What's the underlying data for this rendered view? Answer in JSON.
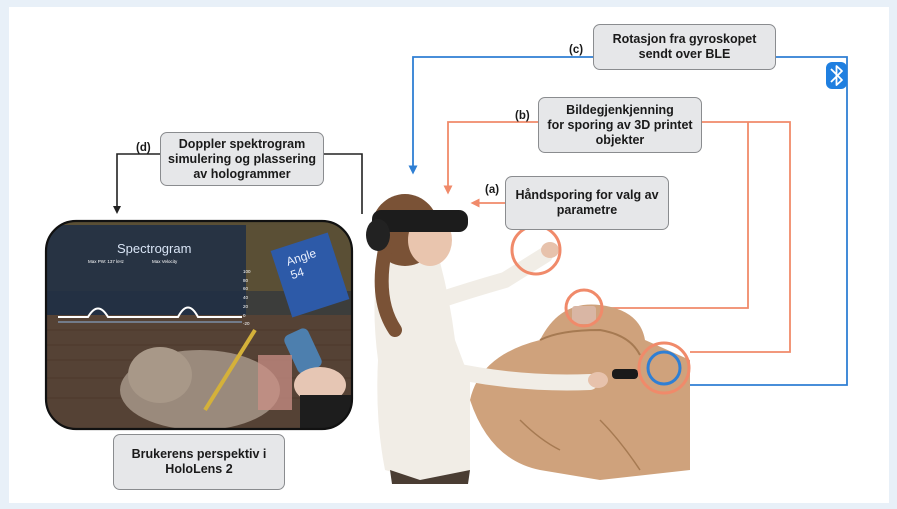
{
  "labels": {
    "a": {
      "tag": "(a)",
      "text": "Håndsporing for valg av\nparametre"
    },
    "b": {
      "tag": "(b)",
      "text": "Bildegjenkjenning\nfor sporing av 3D printet\nobjekter"
    },
    "c": {
      "tag": "(c)",
      "text": "Rotasjon fra gyroskopet\nsendt over BLE"
    },
    "d": {
      "tag": "(d)",
      "text": "Doppler spektrogram\nsimulering og plassering\nav hologrammer"
    },
    "perspective": {
      "text": "Brukerens perspektiv i\nHoloLens 2"
    }
  },
  "hologram": {
    "title": "Spectrogram",
    "stat_left": "Max PW: 137 kHz",
    "stat_right": "Max Velocity",
    "angle_label": "Angle",
    "angle_value": "54",
    "scale_ticks": [
      "100",
      "80",
      "60",
      "40",
      "20",
      "0",
      "-20"
    ]
  },
  "colors": {
    "blue_line": "#2f7fd4",
    "orange_line": "#f08a6a",
    "bluetooth": "#1f7fe0"
  }
}
